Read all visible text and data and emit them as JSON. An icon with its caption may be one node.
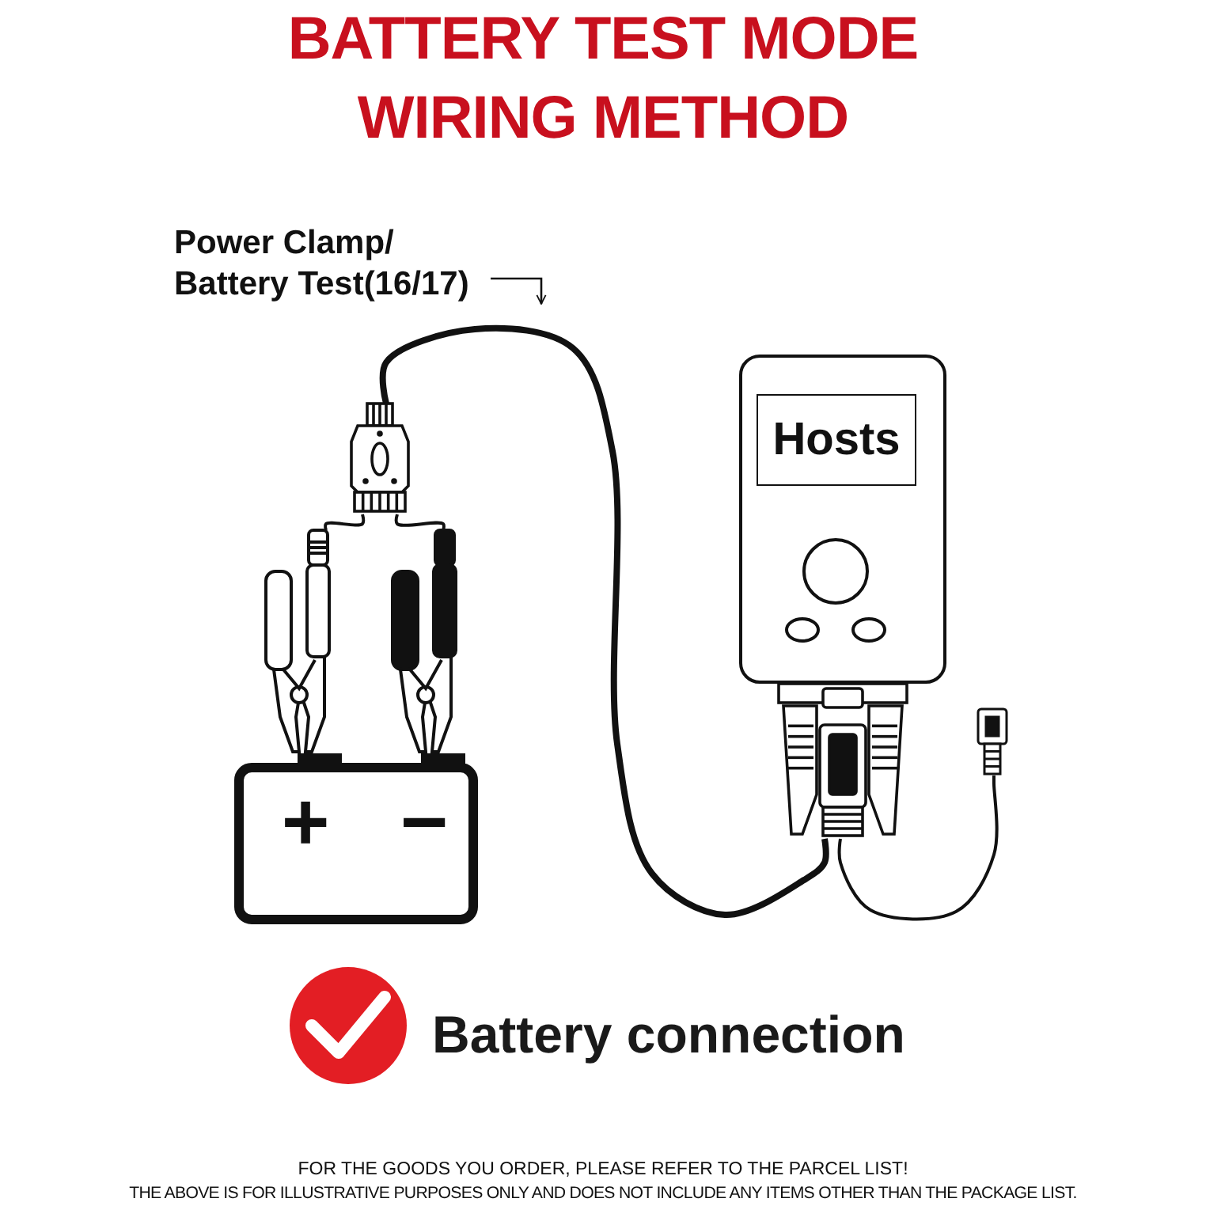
{
  "diagram": {
    "title": "BATTERY TEST MODE WIRING METHOD",
    "nodes": [
      {
        "text": [
          "Power Clamp/ Battery Test(16/17)"
        ]
      },
      {
        "text": [],
        "shape": "picture"
      },
      {
        "text": [],
        "shape": "picture"
      },
      {
        "text": [],
        "shape": "picture"
      },
      {
        "text": [
          "+",
          "−"
        ]
      },
      {
        "text": [],
        "shape": "picture"
      },
      {
        "text": [
          "Hosts"
        ],
        "in": 5
      },
      {
        "text": [],
        "shape": "picture"
      },
      {
        "text": [],
        "shape": "picture"
      }
    ],
    "edges": [
      {
        "from": 0,
        "to": null,
        "arrow": "to"
      },
      {
        "from": 1,
        "to": 7,
        "arrow": "none",
        "style": "thick"
      },
      {
        "from": 1,
        "to": 2,
        "arrow": "none"
      },
      {
        "from": 1,
        "to": 3,
        "arrow": "none"
      },
      {
        "from": 7,
        "to": 8,
        "arrow": "none"
      }
    ],
    "labels": [
      "Battery connection",
      "FOR THE GOODS YOU ORDER, PLEASE REFER TO THE PARCEL LIST!",
      "THE ABOVE IS FOR ILLUSTRATIVE PURPOSES ONLY AND DOES NOT INCLUDE ANY ITEMS OTHER THAN THE PACKAGE LIST."
    ]
  }
}
